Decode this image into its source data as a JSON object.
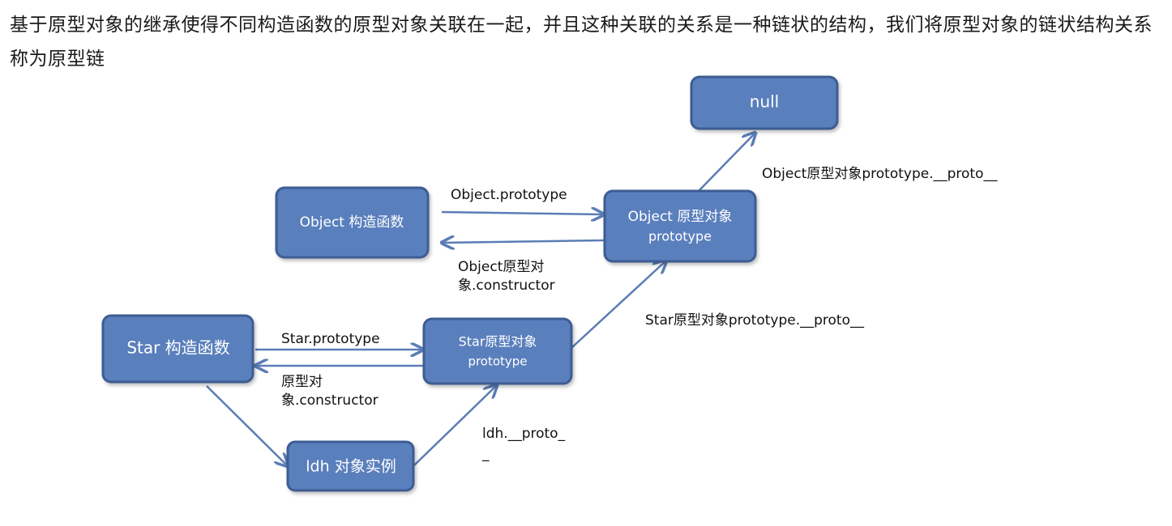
{
  "intro_text": "基于原型对象的继承使得不同构造函数的原型对象关联在一起，并且这种关联的关系是一种链状的结构，我们将原型对象的链状结构关系称为原型链",
  "nodes": {
    "null": {
      "line1": "null"
    },
    "object_ctor": {
      "line1": "Object 构造函数"
    },
    "object_proto": {
      "line1": "Object 原型对象",
      "line2": "prototype"
    },
    "star_ctor": {
      "line1": "Star 构造函数"
    },
    "star_proto": {
      "line1": "Star原型对象",
      "line2": "prototype"
    },
    "ldh": {
      "line1": "ldh 对象实例"
    }
  },
  "edges": {
    "object_prototype": "Object.prototype",
    "object_constructor_1": "Object原型对",
    "object_constructor_2": "象.constructor",
    "object_proto_proto": "Object原型对象prototype.__proto__",
    "star_prototype": "Star.prototype",
    "star_constructor_1": "原型对",
    "star_constructor_2": "象.constructor",
    "star_proto_proto": "Star原型对象prototype.__proto__",
    "ldh_proto_1": "ldh.__proto_",
    "ldh_proto_2": "_"
  },
  "colors": {
    "node_fill": "#5a7fbd",
    "node_border": "#3c5c93",
    "edge": "#5b7db5"
  }
}
